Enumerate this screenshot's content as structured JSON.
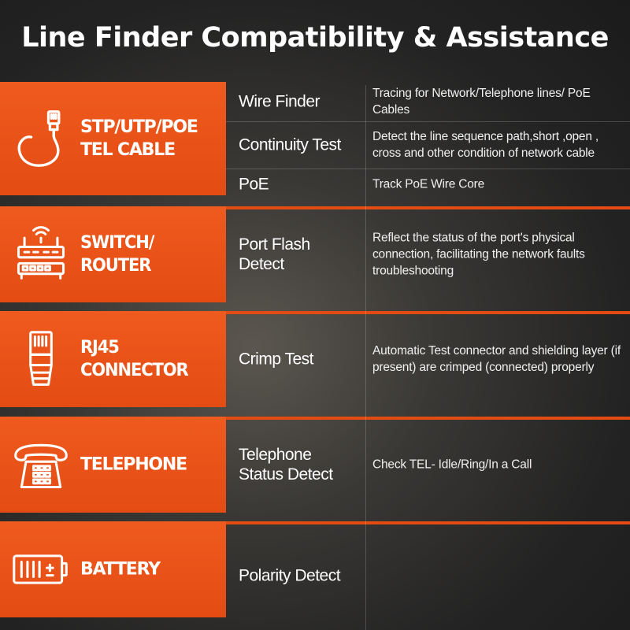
{
  "title": "Line Finder Compatibility & Assistance",
  "colors": {
    "accent": "#e34c13",
    "background": "#2a2a2a",
    "text": "#ffffff"
  },
  "rows": [
    {
      "category": "STP/UTP/POE\nTEL CABLE",
      "icon": "network-cable-icon",
      "features": [
        {
          "name": "Wire Finder",
          "description": "Tracing for Network/Telephone lines/ PoE Cables"
        },
        {
          "name": "Continuity Test",
          "description": "Detect the line sequence path,short ,open , cross and other condition of network cable"
        },
        {
          "name": "PoE",
          "description": "Track PoE Wire Core"
        }
      ]
    },
    {
      "category": "SWITCH/ ROUTER",
      "icon": "router-switch-icon",
      "features": [
        {
          "name": "Port Flash\nDetect",
          "description": "Reflect the status of the port's physical connection, facilitating the network faults troubleshooting"
        }
      ]
    },
    {
      "category": "RJ45 CONNECTOR",
      "icon": "rj45-connector-icon",
      "features": [
        {
          "name": "Crimp Test",
          "description": "Automatic Test connector and shielding layer (if present) are crimped (connected) properly"
        }
      ]
    },
    {
      "category": "TELEPHONE",
      "icon": "telephone-icon",
      "features": [
        {
          "name": "Telephone\nStatus Detect",
          "description": "Check TEL- Idle/Ring/In a Call"
        }
      ]
    },
    {
      "category": "BATTERY",
      "icon": "battery-icon",
      "features": [
        {
          "name": "Polarity Detect",
          "description": ""
        }
      ]
    }
  ]
}
